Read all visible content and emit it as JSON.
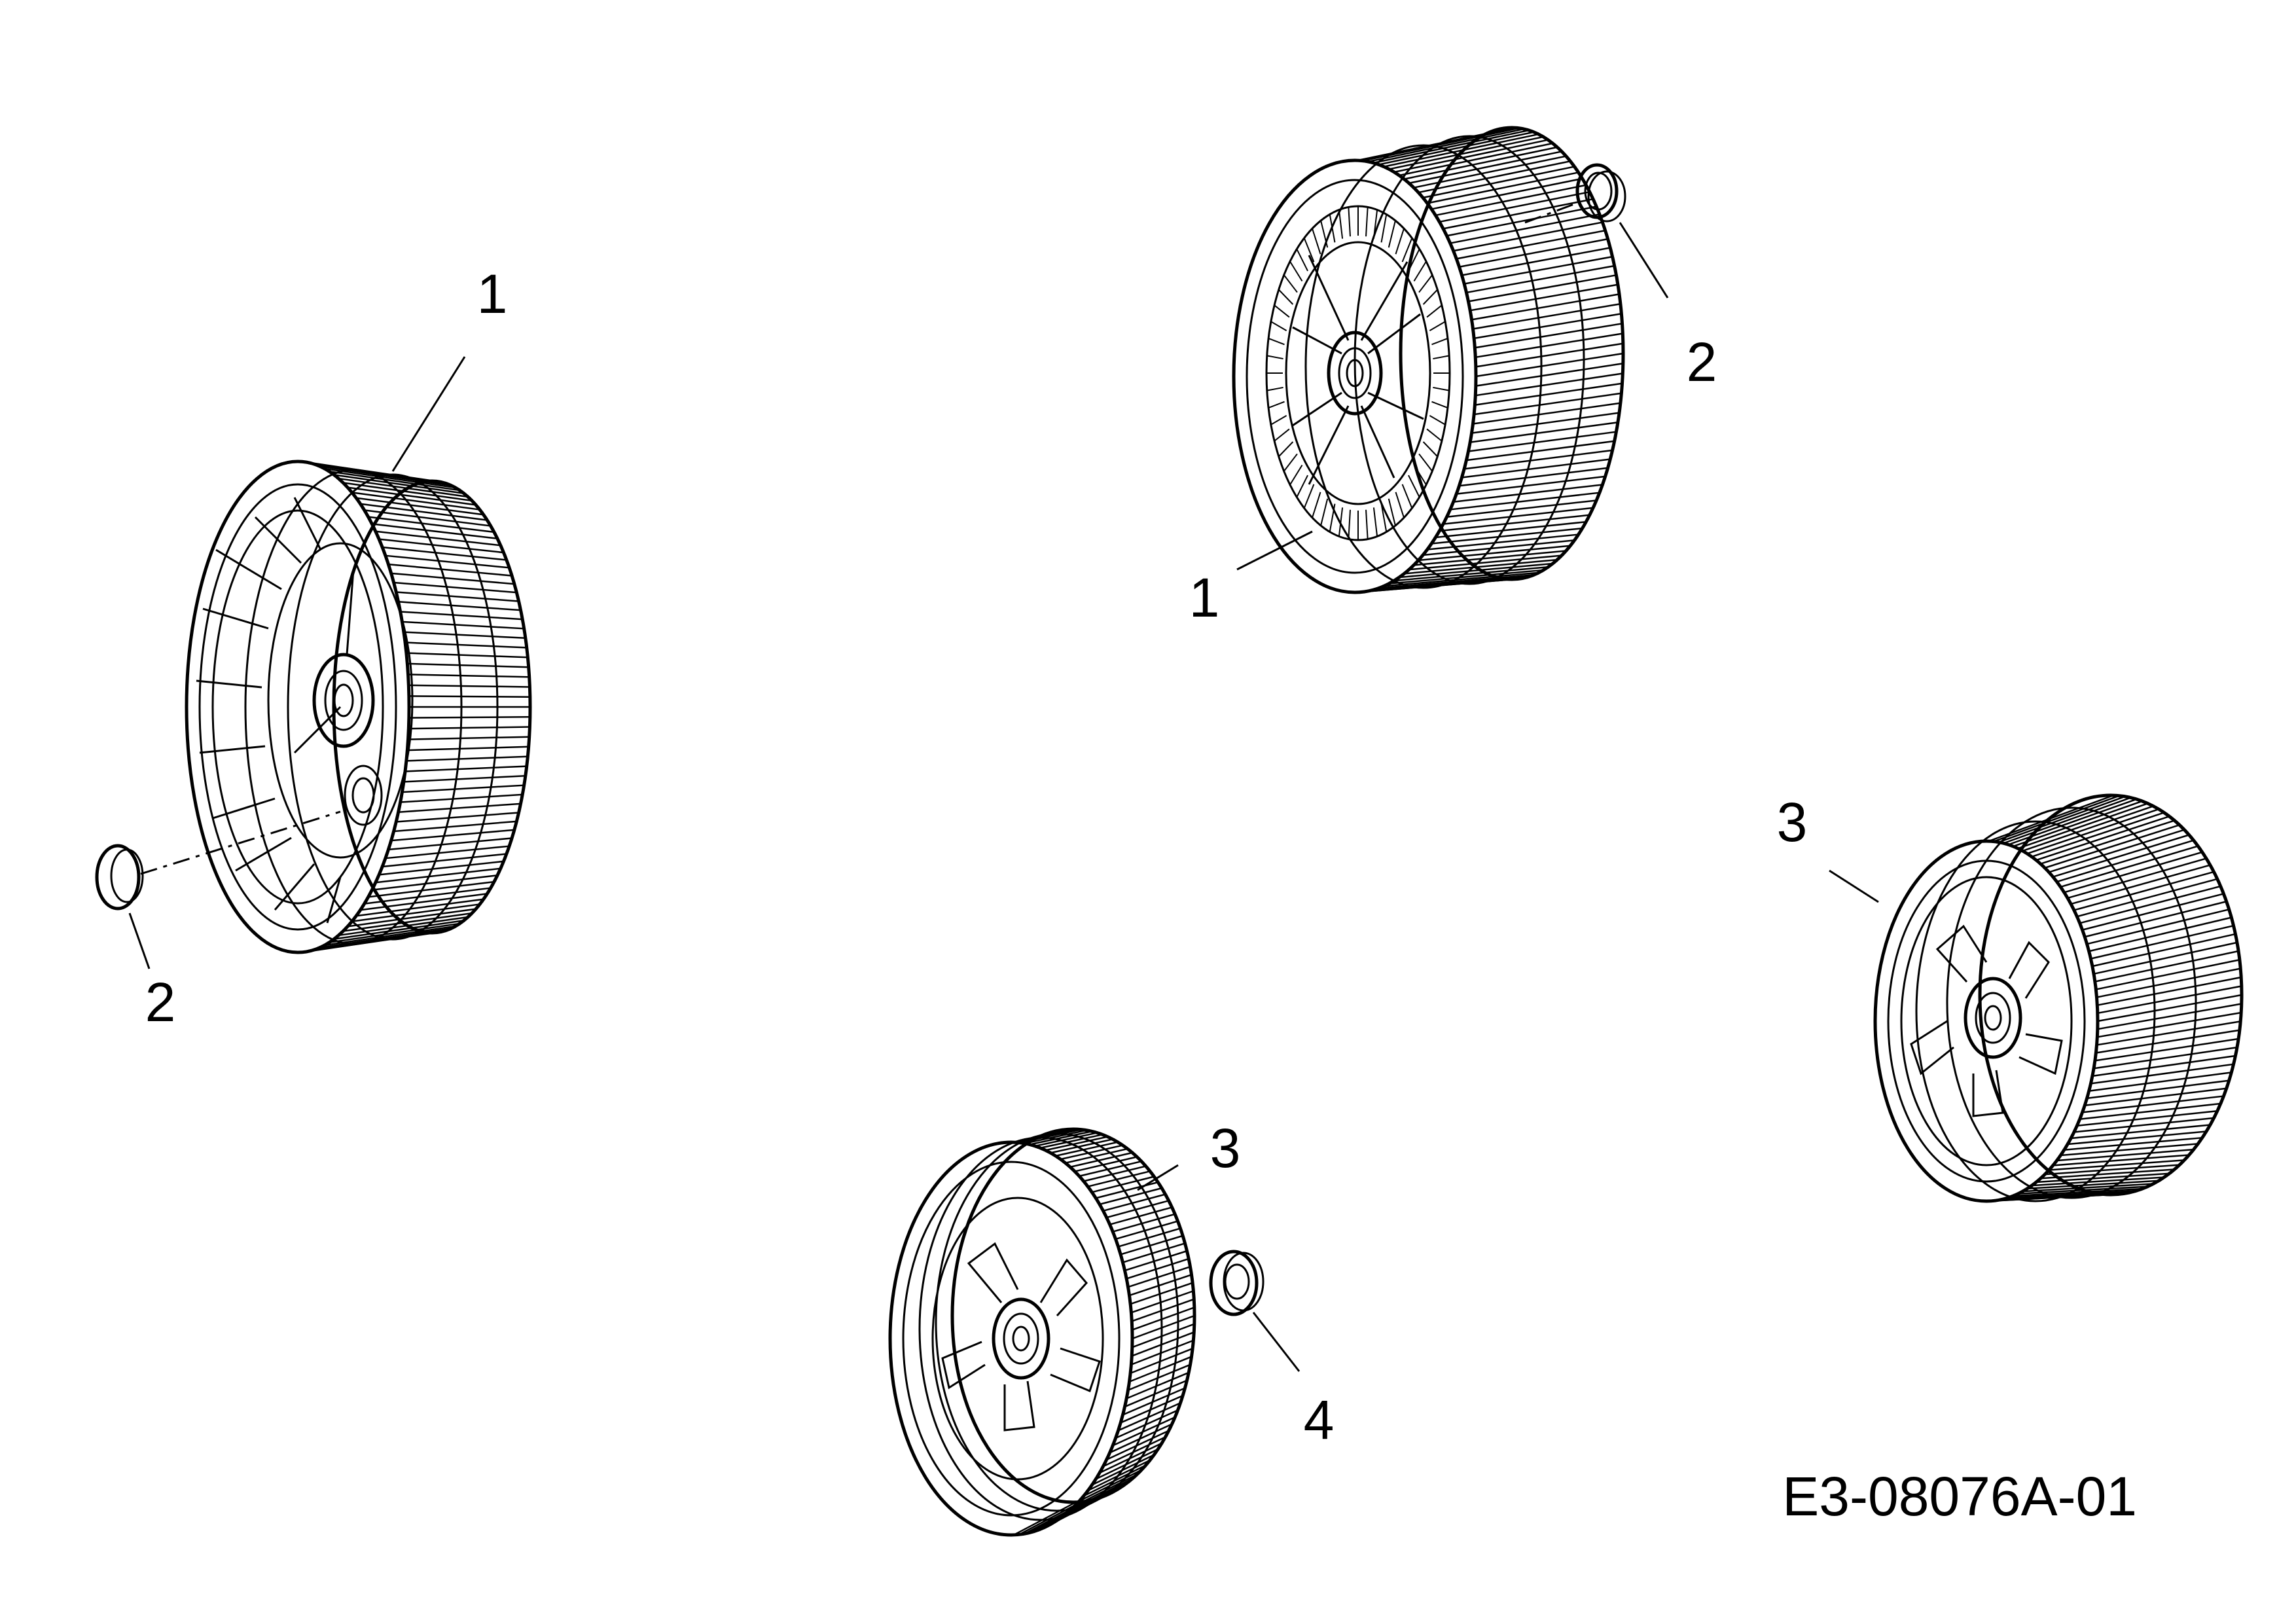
{
  "drawing_id": "E3-08076A-01",
  "callouts": {
    "left_wheel": "1",
    "left_cap": "2",
    "top_wheel": "1",
    "top_cap": "2",
    "right_wheel": "3",
    "bottom_wheel": "3",
    "bottom_washer": "4"
  }
}
